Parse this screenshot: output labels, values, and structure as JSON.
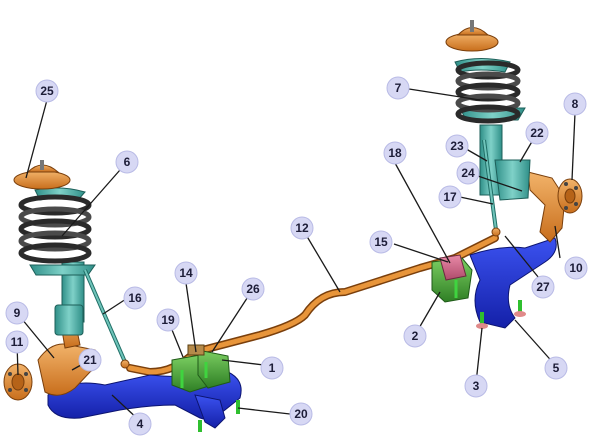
{
  "callouts": [
    {
      "num": "1"
    },
    {
      "num": "2"
    },
    {
      "num": "3"
    },
    {
      "num": "4"
    },
    {
      "num": "5"
    },
    {
      "num": "6"
    },
    {
      "num": "7"
    },
    {
      "num": "8"
    },
    {
      "num": "9"
    },
    {
      "num": "10"
    },
    {
      "num": "11"
    },
    {
      "num": "12"
    },
    {
      "num": "14"
    },
    {
      "num": "15"
    },
    {
      "num": "16"
    },
    {
      "num": "17"
    },
    {
      "num": "18"
    },
    {
      "num": "19"
    },
    {
      "num": "20"
    },
    {
      "num": "21"
    },
    {
      "num": "22"
    },
    {
      "num": "23"
    },
    {
      "num": "24"
    },
    {
      "num": "25"
    },
    {
      "num": "26"
    },
    {
      "num": "27"
    }
  ],
  "colors": {
    "stabilizer_bar": "#d9822b",
    "lower_arm": "#1f2ccf",
    "strut": "#3fa8a0",
    "spring": "#3a3a3a",
    "bracket": "#4fae3f",
    "knuckle": "#e08a2a",
    "callout_fill": "#d7d8f4"
  }
}
